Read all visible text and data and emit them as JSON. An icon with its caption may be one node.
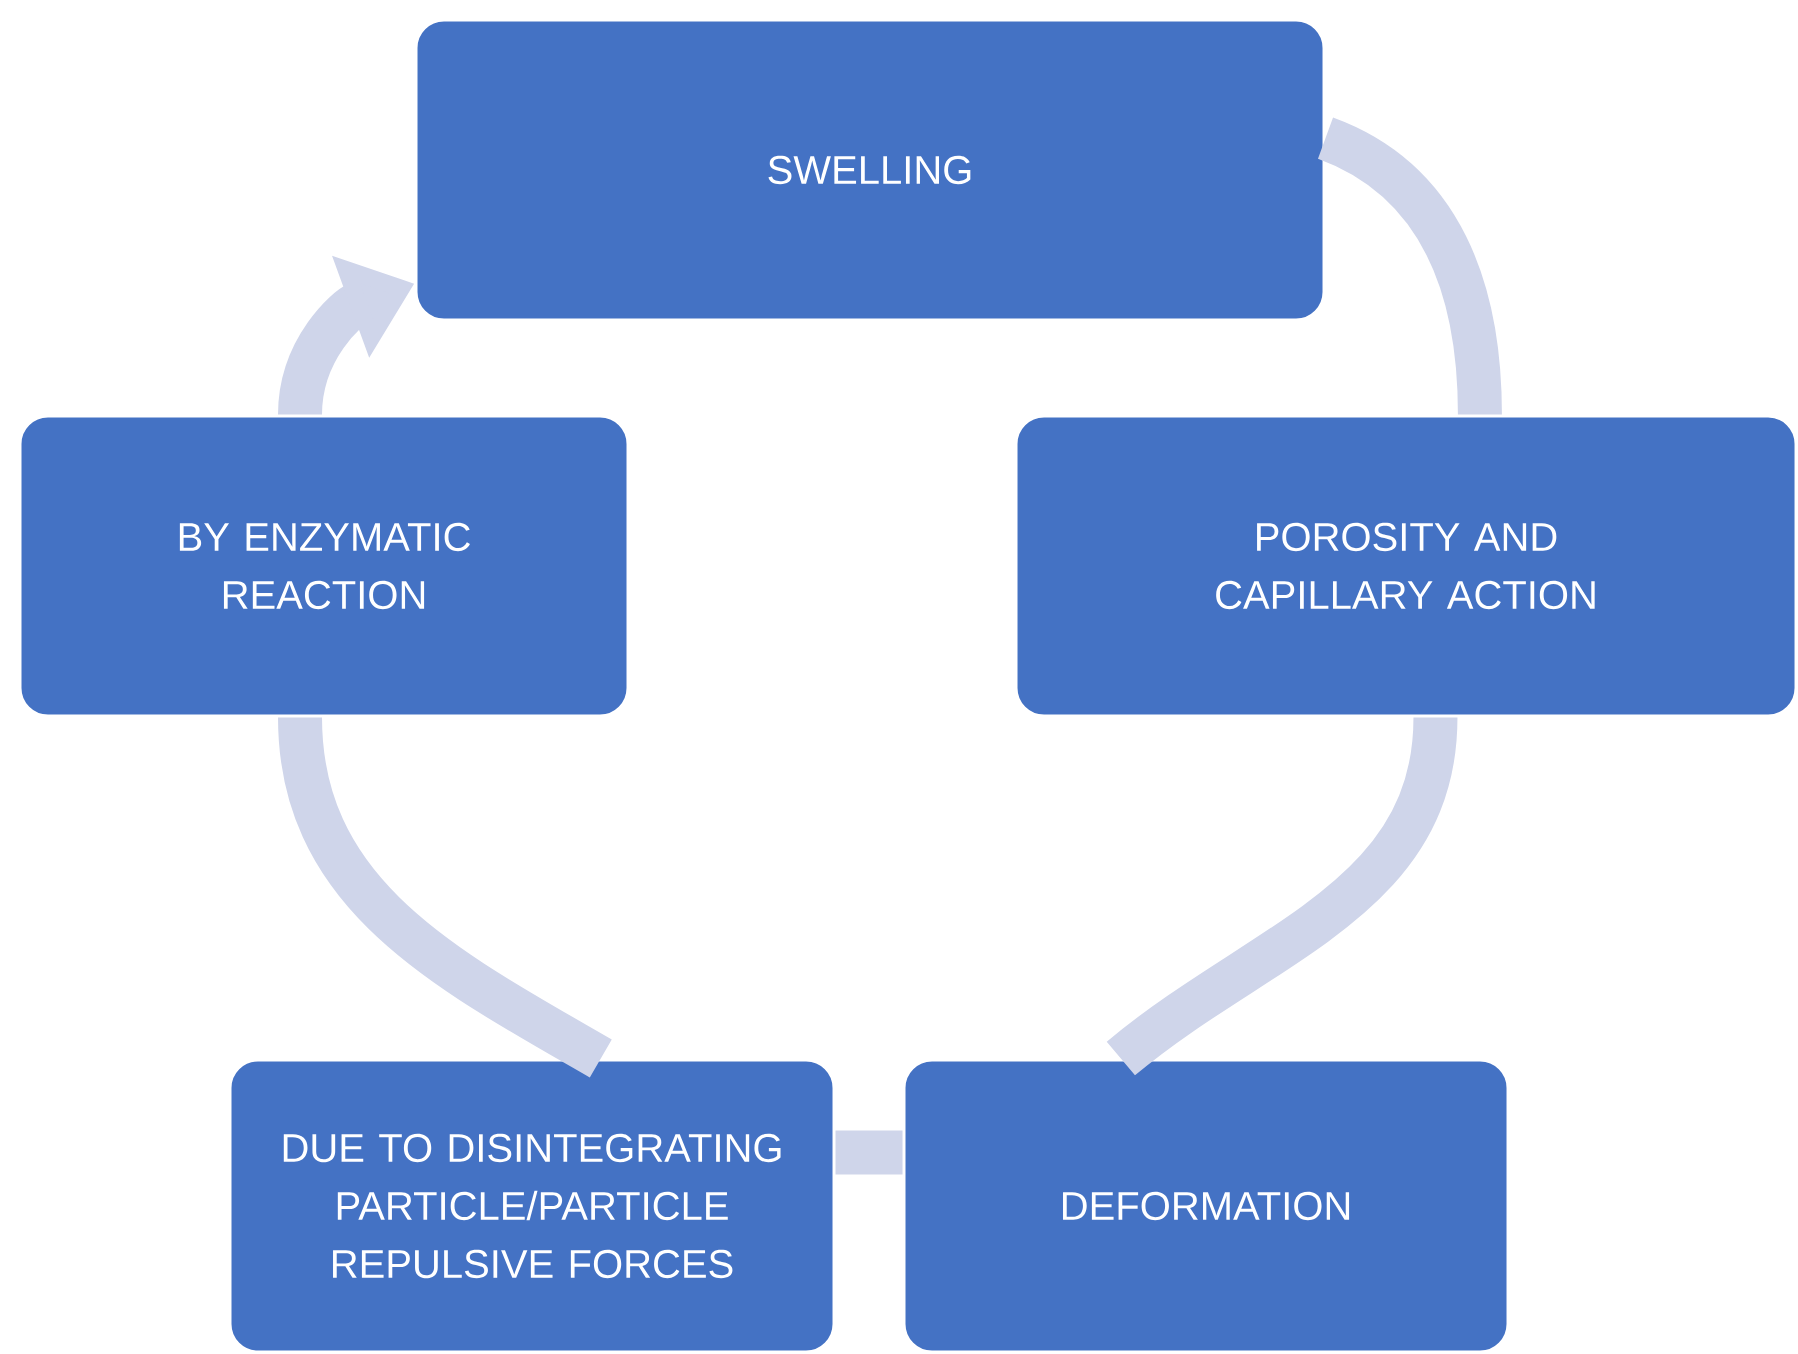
{
  "diagram": {
    "nodes": [
      {
        "text": [
          "SWELLING"
        ]
      },
      {
        "text": [
          "POROSITY AND CAPILLARY ACTION"
        ]
      },
      {
        "text": [
          "DEFORMATION"
        ]
      },
      {
        "text": [
          "DUE TO DISINTEGRATING PARTICLE/PARTICLE REPULSIVE FORCES"
        ]
      },
      {
        "text": [
          "BY ENZYMATIC REACTION"
        ]
      }
    ],
    "edges": [
      {
        "from": 0,
        "to": 1,
        "arrow": "none"
      },
      {
        "from": 1,
        "to": 2,
        "arrow": "none"
      },
      {
        "from": 2,
        "to": 3,
        "arrow": "none"
      },
      {
        "from": 3,
        "to": 4,
        "arrow": "none"
      },
      {
        "from": 4,
        "to": 0,
        "arrow": "to"
      }
    ]
  }
}
